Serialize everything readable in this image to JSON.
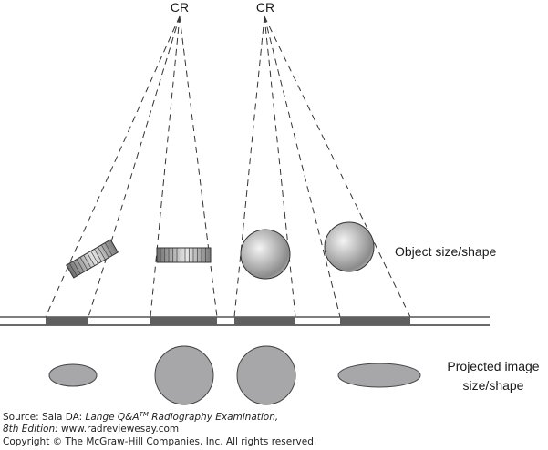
{
  "diagram": {
    "title": "Effect of object alignment with central ray on projected image size/shape",
    "central_ray_labels": [
      "CR",
      "CR"
    ],
    "labels": {
      "object": "Object size/shape",
      "projected_line1": "Projected image",
      "projected_line2": "size/shape"
    },
    "objects": [
      {
        "name": "tilted-coin",
        "shape": "disc (edge-on, tilted)",
        "projected_shape": "small ellipse"
      },
      {
        "name": "flat-coin",
        "shape": "disc (edge-on, parallel to film)",
        "projected_shape": "circle"
      },
      {
        "name": "sphere-aligned",
        "shape": "sphere on central ray",
        "projected_shape": "circle"
      },
      {
        "name": "sphere-offset",
        "shape": "sphere off central ray",
        "projected_shape": "elongated ellipse"
      }
    ],
    "colors": {
      "film_segment": "#5f5f5f",
      "projection_fill": "#a7a7a9",
      "projection_stroke": "#444444",
      "dash_line": "#333333"
    }
  },
  "source": {
    "prefix": "Source: Saia DA: ",
    "book_title": "Lange Q&A",
    "trademark": "TM",
    "book_title_rest": " Radiography Examination,",
    "edition": "8th Edition:",
    "url": " www.radreviewesay.com",
    "copyright": "Copyright © The McGraw-Hill Companies, Inc. All rights reserved."
  }
}
